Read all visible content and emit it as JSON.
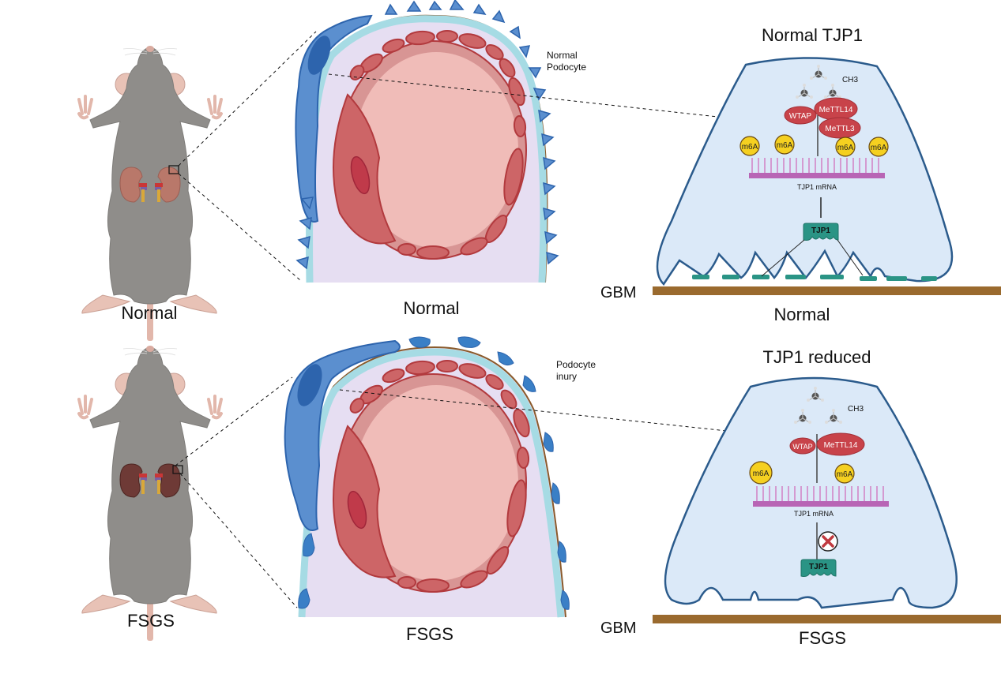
{
  "panels": {
    "normal": {
      "mouse_label": "Normal",
      "glomerulus_label": "Normal",
      "podocyte_label_line1": "Normal",
      "podocyte_label_line2": "Podocyte",
      "cell_title": "Normal TJP1",
      "cell_bottom_label": "Normal",
      "gbm_label": "GBM",
      "methyl_label": "CH3",
      "enzymes": [
        "WTAP",
        "MeTTL14",
        "MeTTL3"
      ],
      "m6a_marks": [
        "m6A",
        "m6A",
        "m6A",
        "m6A"
      ],
      "mrna_label": "TJP1 mRNA",
      "protein_label": "TJP1"
    },
    "fsgs": {
      "mouse_label": "FSGS",
      "glomerulus_label": "FSGS",
      "podocyte_label_line1": "Podocyte",
      "podocyte_label_line2": "inury",
      "cell_title": "TJP1 reduced",
      "cell_bottom_label": "FSGS",
      "gbm_label": "GBM",
      "methyl_label": "CH3",
      "enzymes": [
        "WTAP",
        "MeTTL14"
      ],
      "m6a_marks": [
        "m6A",
        "m6A"
      ],
      "mrna_label": "TJP1 mRNA",
      "protein_label": "TJP1",
      "blocked_icon": "x-circle-icon"
    }
  },
  "colors": {
    "mouse_body": "#8f8d8a",
    "mouse_skin": "#e8c2b6",
    "kidney_normal": "#b9786a",
    "kidney_fsgs": "#6e3a36",
    "podocyte": "#5b8fcf",
    "podocyte_dark": "#2d64ad",
    "basement": "#a6dbe4",
    "capillary_cell": "#cd6567",
    "capillary_lumen": "#f0bcb8",
    "bowman_space": "#e6def2",
    "cell_fill": "#dbe9f8",
    "cell_outline": "#2b5b8c",
    "enzyme": "#c8434a",
    "m6a": "#f5d020",
    "mrna": "#b865b5",
    "tjp1": "#2a9485",
    "gbm": "#9a6a2e"
  }
}
